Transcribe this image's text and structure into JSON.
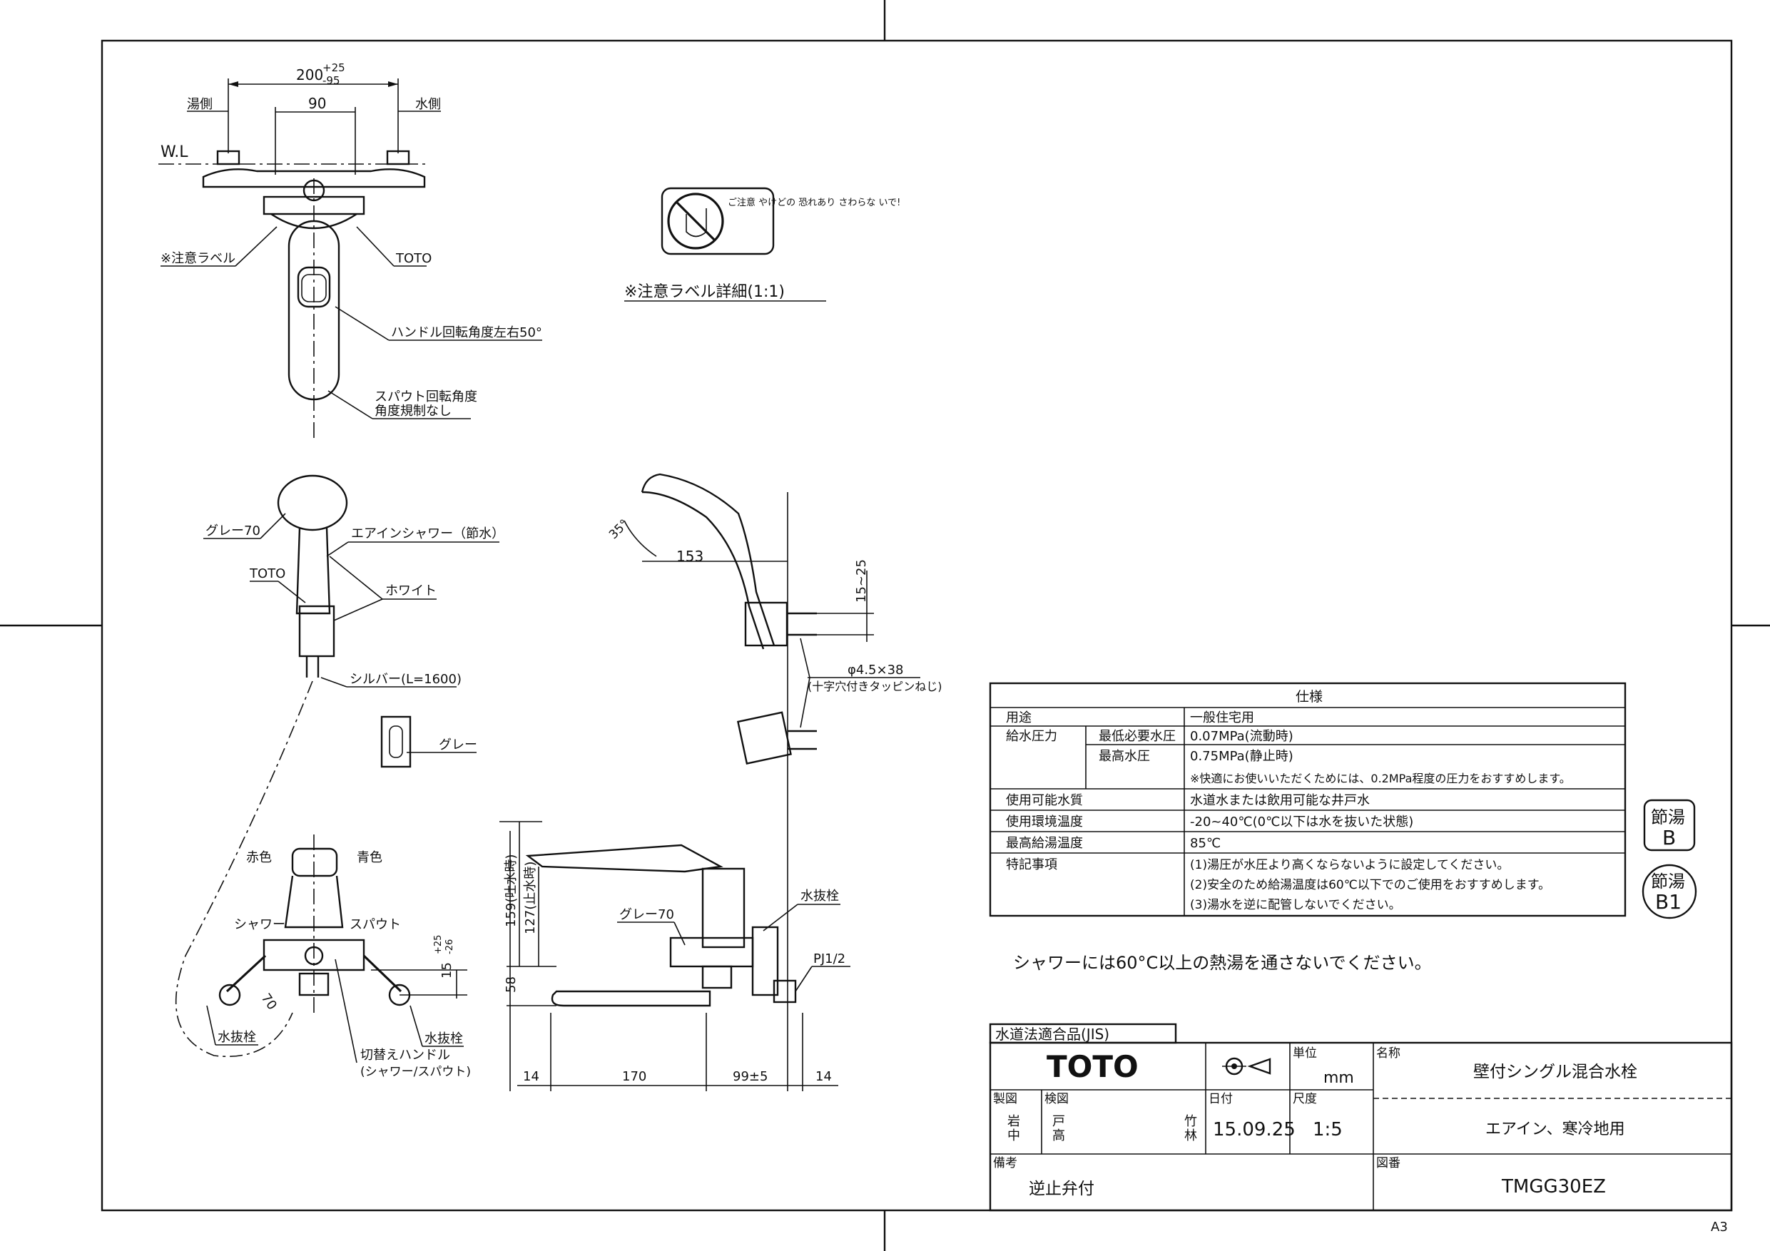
{
  "label_detail": {
    "caption": "※注意ラベル詳細(1:1)",
    "text": "ご注意 やけどの 恐れあり さわらな いで!"
  },
  "top_view": {
    "dim_total": "200",
    "dim_total_tol_plus": "+25",
    "dim_total_tol_minus": "-95",
    "dim_center": "90",
    "hot_side": "湯側",
    "cold_side": "水側",
    "wl": "W.L",
    "caution_label": "※注意ラベル",
    "brand": "TOTO",
    "handle_rotation": "ハンドル回転角度左右50°",
    "spout_rotation_1": "スパウト回転角度",
    "spout_rotation_2": "角度規制なし"
  },
  "shower_view": {
    "gray70": "グレー70",
    "shower_name": "エアインシャワー（節水）",
    "brand": "TOTO",
    "white": "ホワイト",
    "hose": "シルバー(L=1600)",
    "gray": "グレー"
  },
  "front_view": {
    "red": "赤色",
    "blue": "青色",
    "shower": "シャワー",
    "spout": "スパウト",
    "dim_70": "70",
    "dim_15": "15",
    "dim_15_plus": "+25",
    "dim_15_minus": "-26",
    "drain_left": "水抜栓",
    "drain_right": "水抜栓",
    "switch_1": "切替えハンドル",
    "switch_2": "(シャワー/スパウト)"
  },
  "side_view": {
    "angle": "35°",
    "dim_153": "153",
    "dim_15_25": "15~25",
    "screw_1": "φ4.5×38",
    "screw_2": "(十字穴付きタッピンねじ)",
    "dim_159": "159(吐水時)",
    "dim_127": "127(止水時)",
    "dim_58": "58",
    "gray70": "グレー70",
    "drain": "水抜栓",
    "pj": "PJ1/2",
    "dim_14a": "14",
    "dim_170": "170",
    "dim_99": "99±5",
    "dim_14b": "14"
  },
  "spec": {
    "title": "仕様",
    "rows": [
      {
        "k1": "用途",
        "k2": "",
        "v": "一般住宅用"
      },
      {
        "k1": "給水圧力",
        "k2": "最低必要水圧",
        "v": "0.07MPa(流動時)"
      },
      {
        "k1": "",
        "k2": "最高水圧",
        "v": "0.75MPa(静止時)"
      },
      {
        "k1": "",
        "k2": "",
        "v": "※快適にお使いいただくためには、0.2MPa程度の圧力をおすすめします。"
      },
      {
        "k1": "使用可能水質",
        "k2": "",
        "v": "水道水または飲用可能な井戸水"
      },
      {
        "k1": "使用環境温度",
        "k2": "",
        "v": "-20~40℃(0℃以下は水を抜いた状態)"
      },
      {
        "k1": "最高給湯温度",
        "k2": "",
        "v": "85℃"
      },
      {
        "k1": "特記事項",
        "k2": "",
        "v": "(1)湯圧が水圧より高くならないように設定してください。"
      },
      {
        "k1": "",
        "k2": "",
        "v": "(2)安全のため給湯温度は60℃以下でのご使用をおすすめします。"
      },
      {
        "k1": "",
        "k2": "",
        "v": "(3)湯水を逆に配管しないでください。"
      }
    ]
  },
  "badges": {
    "b1_top": "節湯",
    "b1_bottom": "B",
    "b2_top": "節湯",
    "b2_bottom": "B1"
  },
  "warning": "シャワーには60°C以上の熱湯を通さないでください。",
  "title_block": {
    "jis": "水道法適合品(JIS)",
    "logo": "TOTO",
    "unit_label": "単位",
    "unit": "mm",
    "name_label": "名称",
    "name": "壁付シングル混合水栓",
    "name2": "エアイン、寒冷地用",
    "drawn_label": "製図",
    "drawn_1": "岩",
    "drawn_2": "中",
    "checked_label": "検図",
    "checked_1": "戸",
    "checked_2": "高",
    "checked_3": "竹",
    "checked_4": "林",
    "date_label": "日付",
    "date": "15.09.25",
    "scale_label": "尺度",
    "scale": "1:5",
    "remarks_label": "備考",
    "remarks": "逆止弁付",
    "dwg_label": "図番",
    "dwg": "TMGG30EZ"
  },
  "sheet": "A3"
}
